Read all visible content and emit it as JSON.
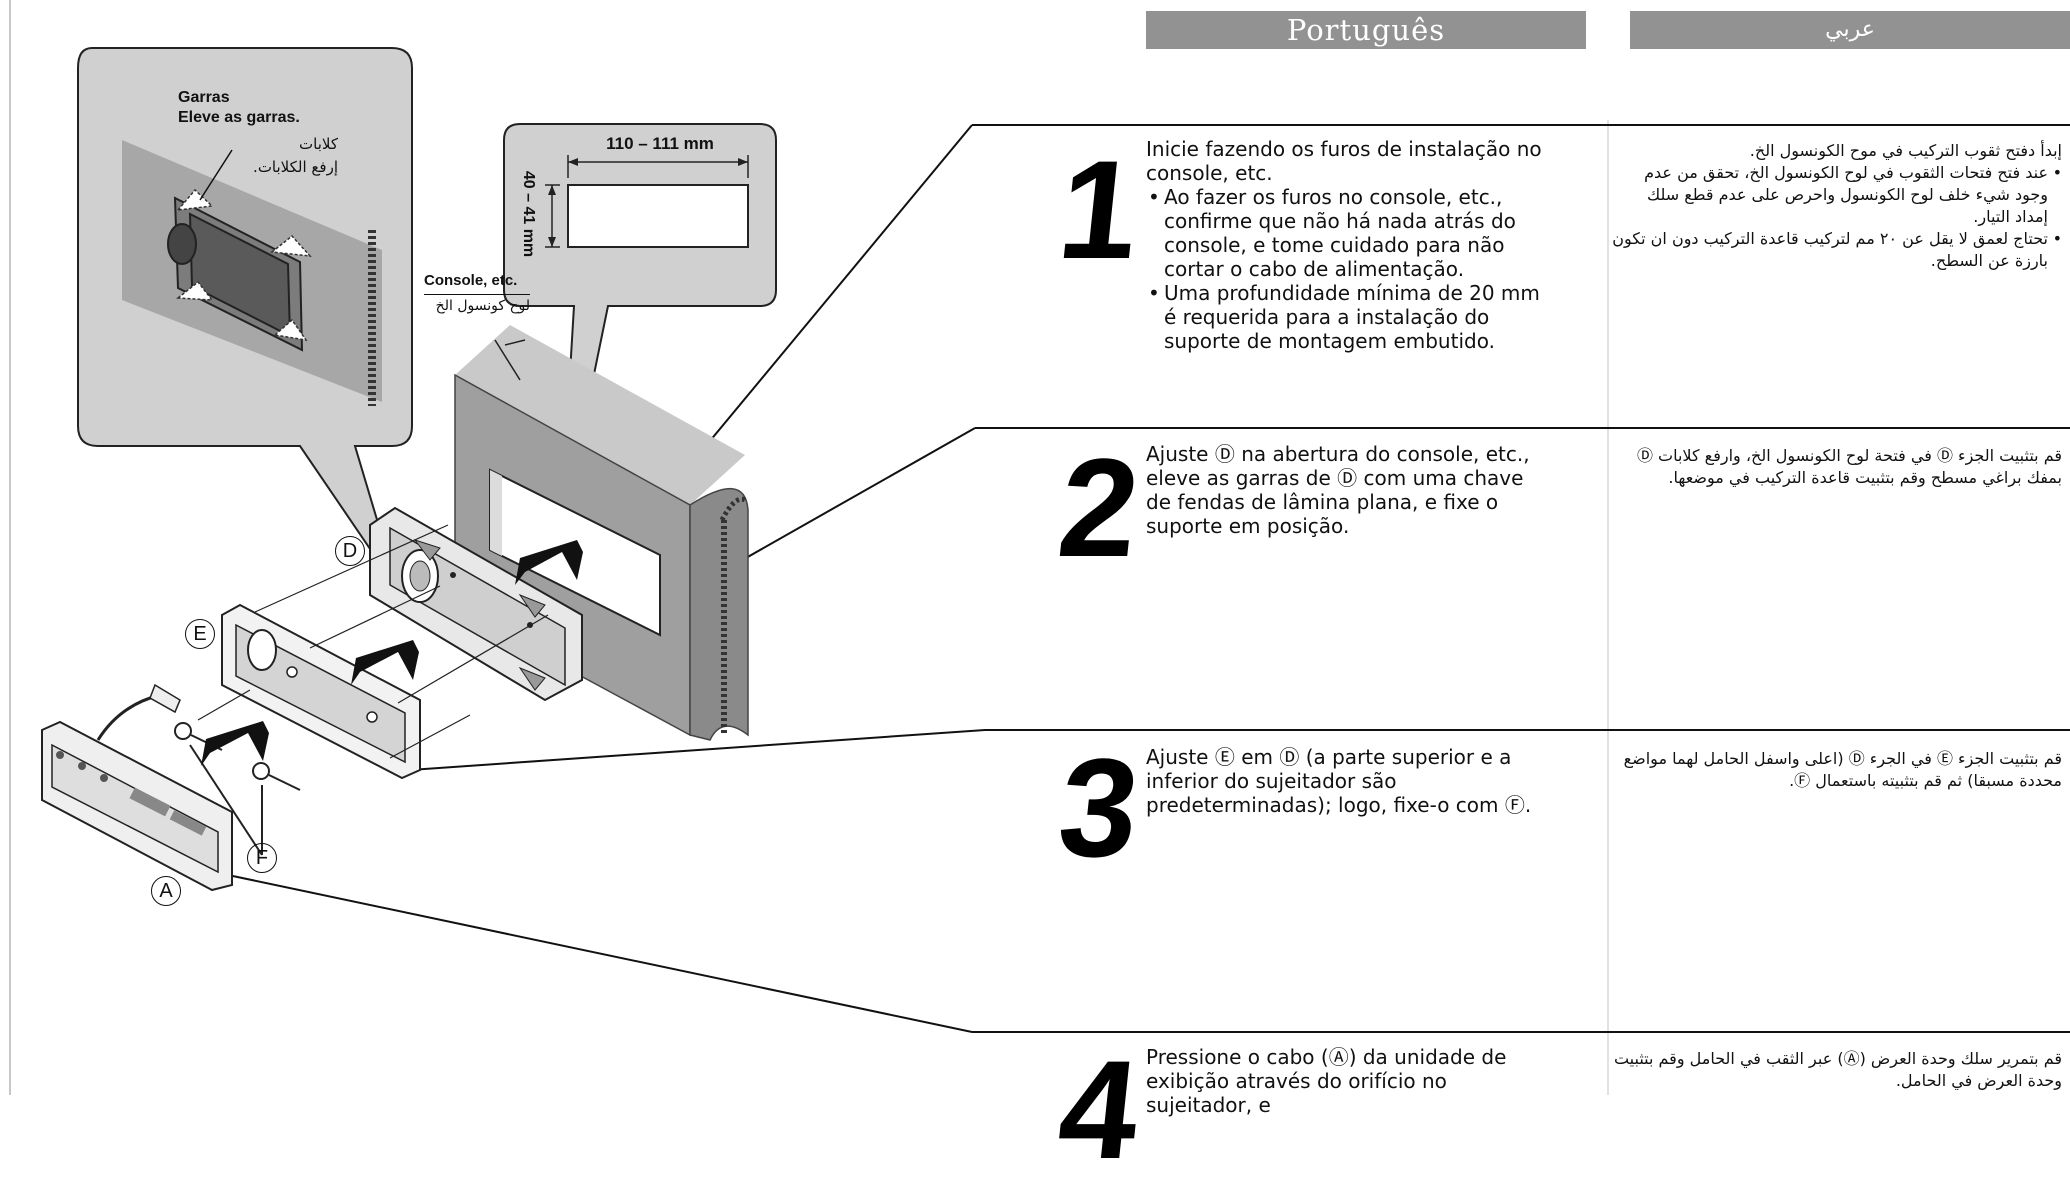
{
  "headers": {
    "portuguese": "Português",
    "arabic": "عربي"
  },
  "callouts": {
    "claws_title": "Garras",
    "claws_text": "Eleve as garras.",
    "claws_ar_1": "كلابات",
    "claws_ar_2": "إرفع الكلابات.",
    "console_label": "Console, etc.",
    "console_ar": "لوح كونسول الخ",
    "width_dim": "110 – 111 mm",
    "height_dim": "40 – 41 mm"
  },
  "part_letters": {
    "D": "D",
    "E": "E",
    "F": "F",
    "A": "A"
  },
  "steps": [
    {
      "number": "1",
      "text": "Inicie fazendo os furos de instalação no console, etc.",
      "bullets": [
        "Ao fazer os furos no console, etc., confirme que não há nada atrás do console, e tome cuidado para não cortar o cabo de alimentação.",
        "Uma profundidade mínima de 20 mm é requerida para a instalação do suporte de montagem embutido."
      ],
      "arabic": "إبدأ دفتح ثقوب التركيب في موح الكونسول الخ.",
      "arabic_bullets": [
        "عند فتح فتحات الثقوب في لوح الكونسول الخ، تحقق من عدم وجود شيء خلف لوح الكونسول واحرص على عدم قطع سلك إمداد التيار.",
        "تحتاج لعمق لا يقل عن ٢٠ مم لتركيب قاعدة التركيب دون ان تكون بارزة عن السطح."
      ]
    },
    {
      "number": "2",
      "text": "Ajuste Ⓓ na abertura do console, etc., eleve as garras de Ⓓ com uma chave de fendas de lâmina plana, e fixe o suporte em posição.",
      "arabic": "قم بتثبيت الجزء Ⓓ في فتحة لوح الكونسول الخ، وارفع كلابات Ⓓ بمفك براغي مسطح وقم بتثبيت قاعدة التركيب في موضعها."
    },
    {
      "number": "3",
      "text": "Ajuste Ⓔ em Ⓓ (a parte superior e a inferior do sujeitador são predeterminadas); logo, fixe-o com Ⓕ.",
      "arabic": "قم بتثبيت الجزء Ⓔ في الجرء Ⓓ (اعلى واسفل الحامل لهما مواضع محددة مسبقا) ثم قم بتثبيته باستعمال Ⓕ."
    },
    {
      "number": "4",
      "text": "Pressione o cabo (Ⓐ) da unidade de exibição através do orifício no sujeitador, e",
      "arabic": "قم بتمرير سلك وحدة العرض (Ⓐ) عبر الثقب في الحامل وقم بتثبيت وحدة العرض في الحامل."
    }
  ]
}
